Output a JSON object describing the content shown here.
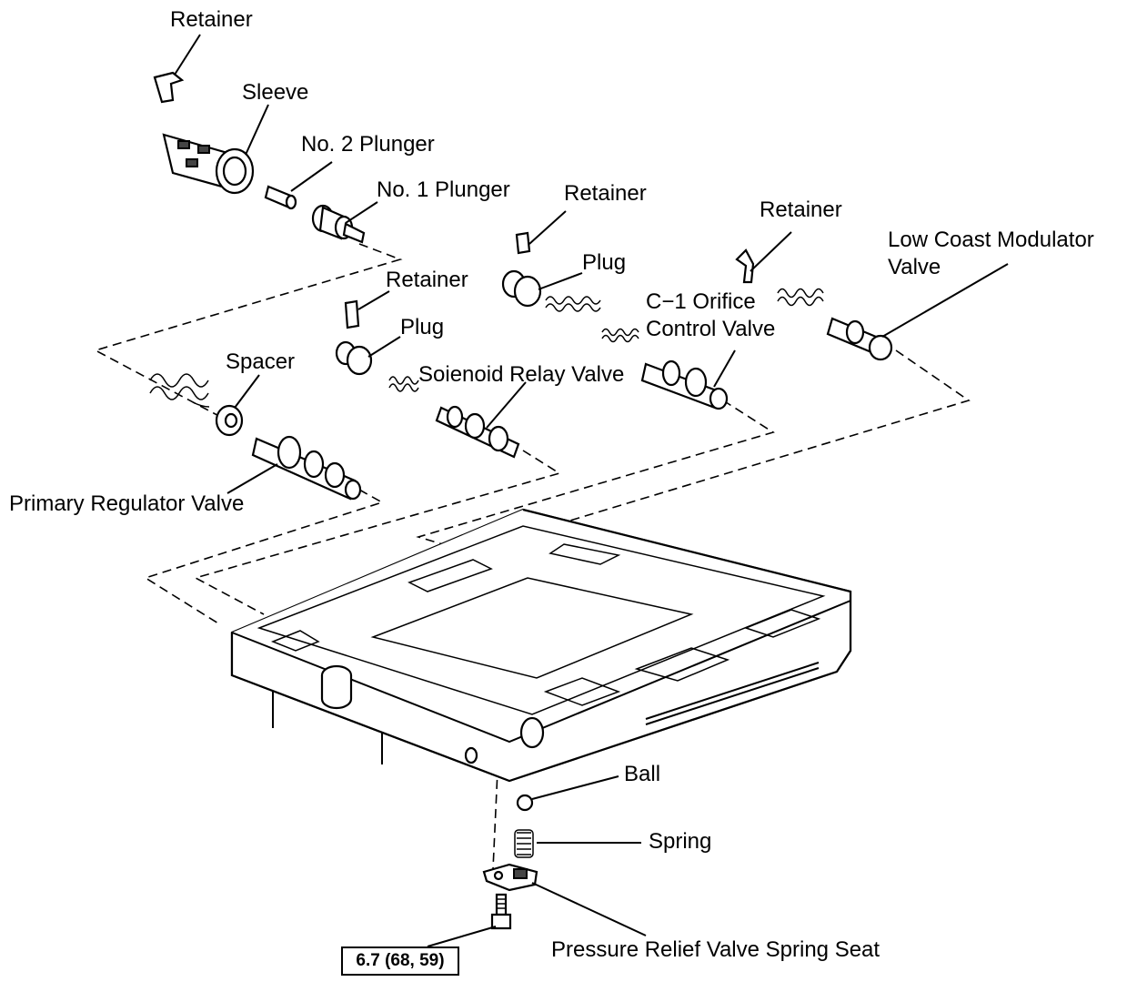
{
  "labels": {
    "retainer_top": "Retainer",
    "sleeve": "Sleeve",
    "no2_plunger": "No. 2 Plunger",
    "no1_plunger": "No. 1 Plunger",
    "retainer_mid_right": "Retainer",
    "retainer_far_right": "Retainer",
    "low_coast_line1": "Low Coast Modulator",
    "low_coast_line2": "Valve",
    "plug_right": "Plug",
    "retainer_center": "Retainer",
    "c1_line1": "C−1 Orifice",
    "c1_line2": "Control Valve",
    "plug_center": "Plug",
    "spacer": "Spacer",
    "solenoid_relay": "Soienoid Relay Valve",
    "primary_regulator": "Primary Regulator Valve",
    "ball": "Ball",
    "spring": "Spring",
    "pressure_relief": "Pressure Relief Valve Spring Seat"
  },
  "torque_spec": "6.7 (68, 59)"
}
